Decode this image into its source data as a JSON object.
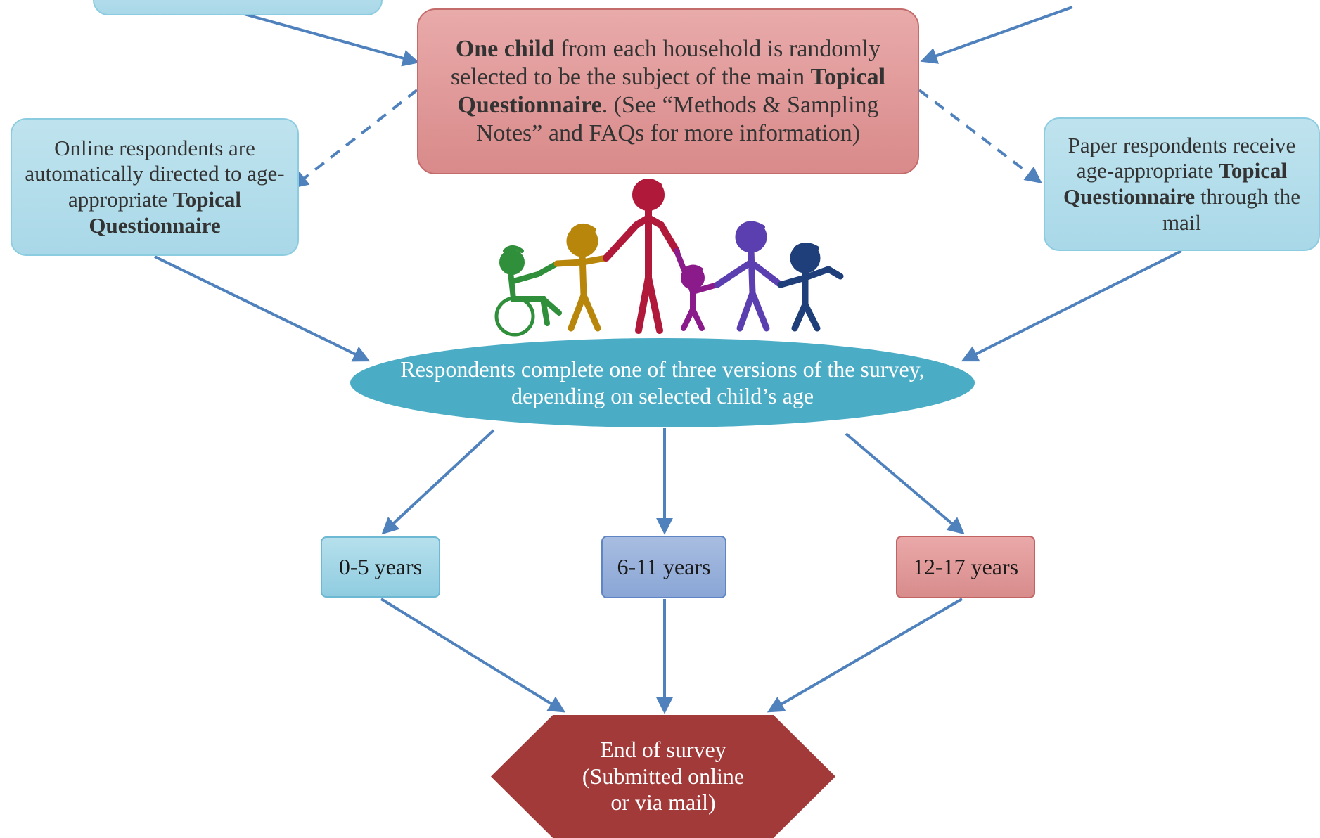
{
  "nodes": {
    "top_left_partial": {
      "text": ""
    },
    "one_child": {
      "bold1": "One child",
      "text1": " from each household is randomly selected to be the subject of the main ",
      "bold2": "Topical Questionnaire",
      "text2": ". (See “Methods & Sampling Notes” and FAQs for more information)"
    },
    "online": {
      "text1": "Online respondents are automatically directed to age-appropriate ",
      "bold1": "Topical Questionnaire"
    },
    "paper": {
      "text1": "Paper respondents receive age-appropriate ",
      "bold1": "Topical Questionnaire",
      "text2": " through the mail"
    },
    "complete": {
      "text": "Respondents complete one of three versions of the survey, depending on selected child’s age"
    },
    "ages": [
      {
        "label": "0-5 years"
      },
      {
        "label": "6-11 years"
      },
      {
        "label": "12-17 years"
      }
    ],
    "end": {
      "line1": "End of survey",
      "line2": "(Submitted online",
      "line3": "or via mail)"
    }
  },
  "colors": {
    "arrow": "#4f81bd",
    "light_blue_box": "#b3dde9",
    "pink_box": "#dd9292",
    "oval": "#4bacc6",
    "end_hexagon": "#a33a3a",
    "age_0_5": "#9fd4e6",
    "age_6_11": "#97b0db",
    "age_12_17": "#e09999"
  },
  "illustration": {
    "figure_colors": [
      "#2f8f3a",
      "#b8860b",
      "#b0193a",
      "#8b1a8b",
      "#5b3fb0",
      "#1f3f7a"
    ]
  }
}
